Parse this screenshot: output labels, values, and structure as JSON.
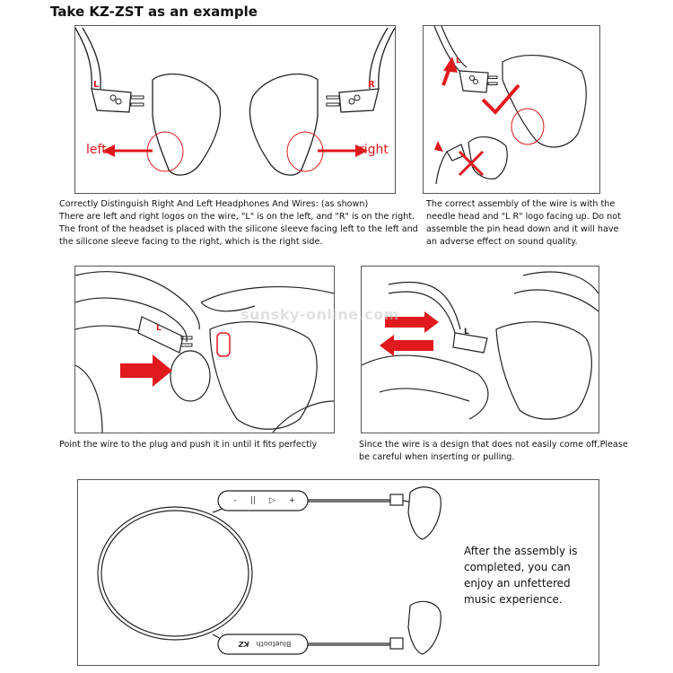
{
  "page": {
    "title": "Take KZ-ZST as an example",
    "watermark": "sunsky-online.com"
  },
  "panel_lr": {
    "left_label": "left",
    "right_label": "right",
    "wire_left_mark": "L",
    "wire_right_mark": "R",
    "caption": [
      "Correctly Distinguish Right And Left Headphones And Wires: (as shown)",
      "There are left and right logos on the wire, \"L\" is on the left, and \"R\" is on the right.",
      "The front of the headset is placed with the silicone sleeve facing left to the left and",
      "the silicone sleeve facing to the right, which is the right side."
    ]
  },
  "panel_assembly": {
    "wire_mark": "L",
    "caption": [
      "The correct assembly of the wire is with the",
      "needle head and \"L R\" logo facing up. Do not",
      "assemble the pin head down and it will have",
      "an adverse effect on sound quality."
    ]
  },
  "panel_plug": {
    "wire_mark": "L",
    "caption": [
      "Point the wire to the plug and push it in until it fits perfectly"
    ]
  },
  "panel_pull": {
    "wire_mark": "L",
    "caption": [
      "Since the wire is a design that does not easily come off,Please",
      "be careful when inserting or pulling."
    ]
  },
  "panel_final": {
    "remote_buttons": [
      "-",
      "||",
      "▷",
      "+"
    ],
    "bluetooth_label": "Bluetooth",
    "brand_label": "KZ",
    "text": [
      "After the assembly is",
      "completed, you can",
      "enjoy an unfettered",
      "music experience."
    ]
  },
  "colors": {
    "accent_red": "#e0191e",
    "outline": "#222222",
    "border": "#555555"
  }
}
